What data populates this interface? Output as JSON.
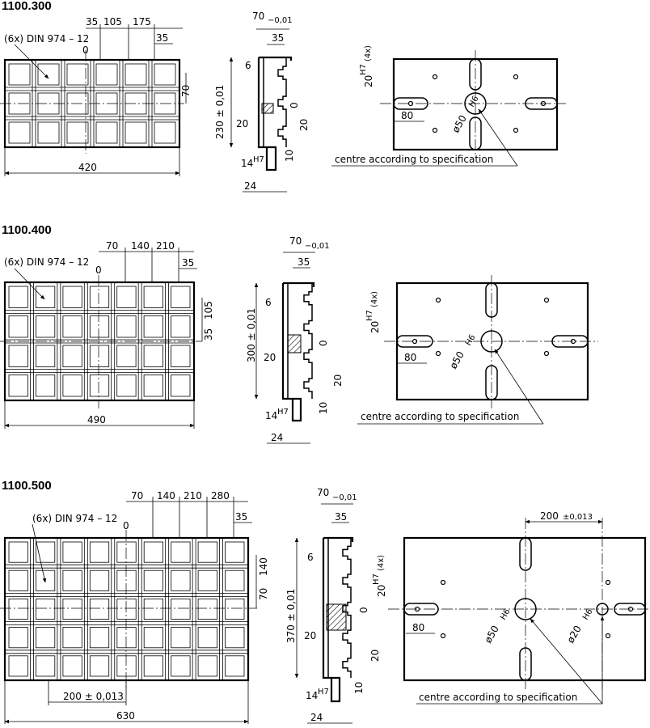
{
  "sections": [
    {
      "id": "1100.300",
      "title": "1100.300",
      "plate_note": "(6x) DIN 974 – 12",
      "zero": "0",
      "top_dims": [
        "35",
        "105",
        "175"
      ],
      "dim_35": "35",
      "dim_70_side": "70",
      "width": "420",
      "profile": {
        "width": "70",
        "width_tol": "−0,01",
        "top": "35",
        "slot": "6",
        "height": "230 ± 0,01",
        "zero": "0",
        "dim_20a": "20",
        "dim_20b": "20",
        "dim_10": "10",
        "fit": "14",
        "fit_tol": "H7",
        "dim_24": "24"
      },
      "face": {
        "hole_dim": "20",
        "hole_tol": "H7",
        "hole_count": "(4x)",
        "dim_80": "80",
        "bore": "ø50",
        "bore_tol": "H6",
        "note": "centre according to specification"
      }
    },
    {
      "id": "1100.400",
      "title": "1100.400",
      "plate_note": "(6x) DIN 974 – 12",
      "zero": "0",
      "top_dims": [
        "70",
        "140",
        "210"
      ],
      "dim_35": "35",
      "dim_105": "105",
      "dim_35_side": "35",
      "width": "490",
      "profile": {
        "width": "70",
        "width_tol": "−0,01",
        "top": "35",
        "slot": "6",
        "height": "300 ± 0,01",
        "zero": "0",
        "dim_20a": "20",
        "dim_20b": "20",
        "dim_10": "10",
        "fit": "14",
        "fit_tol": "H7",
        "dim_24": "24"
      },
      "face": {
        "hole_dim": "20",
        "hole_tol": "H7",
        "hole_count": "(4x)",
        "dim_80": "80",
        "bore": "ø50",
        "bore_tol": "H6",
        "note": "centre according to specification"
      }
    },
    {
      "id": "1100.500",
      "title": "1100.500",
      "plate_note": "(6x) DIN 974 – 12",
      "zero": "0",
      "top_dims": [
        "70",
        "140",
        "210",
        "280"
      ],
      "dim_35": "35",
      "dim_140_side": "140",
      "dim_70_side": "70",
      "dim_200": "200 ± 0,013",
      "width": "630",
      "profile": {
        "width": "70",
        "width_tol": "−0,01",
        "top": "35",
        "slot": "6",
        "height": "370 ± 0,01",
        "zero": "0",
        "dim_20a": "20",
        "dim_20b": "20",
        "dim_10": "10",
        "fit": "14",
        "fit_tol": "H7",
        "dim_24": "24"
      },
      "face": {
        "top_dim": "200",
        "top_dim_tol": "±0,013",
        "hole_dim": "20",
        "hole_tol": "H7",
        "hole_count": "(4x)",
        "dim_80": "80",
        "bore": "ø50",
        "bore_tol": "H6",
        "bore2": "ø20",
        "bore2_tol": "H6",
        "note": "centre according to specification"
      }
    }
  ]
}
